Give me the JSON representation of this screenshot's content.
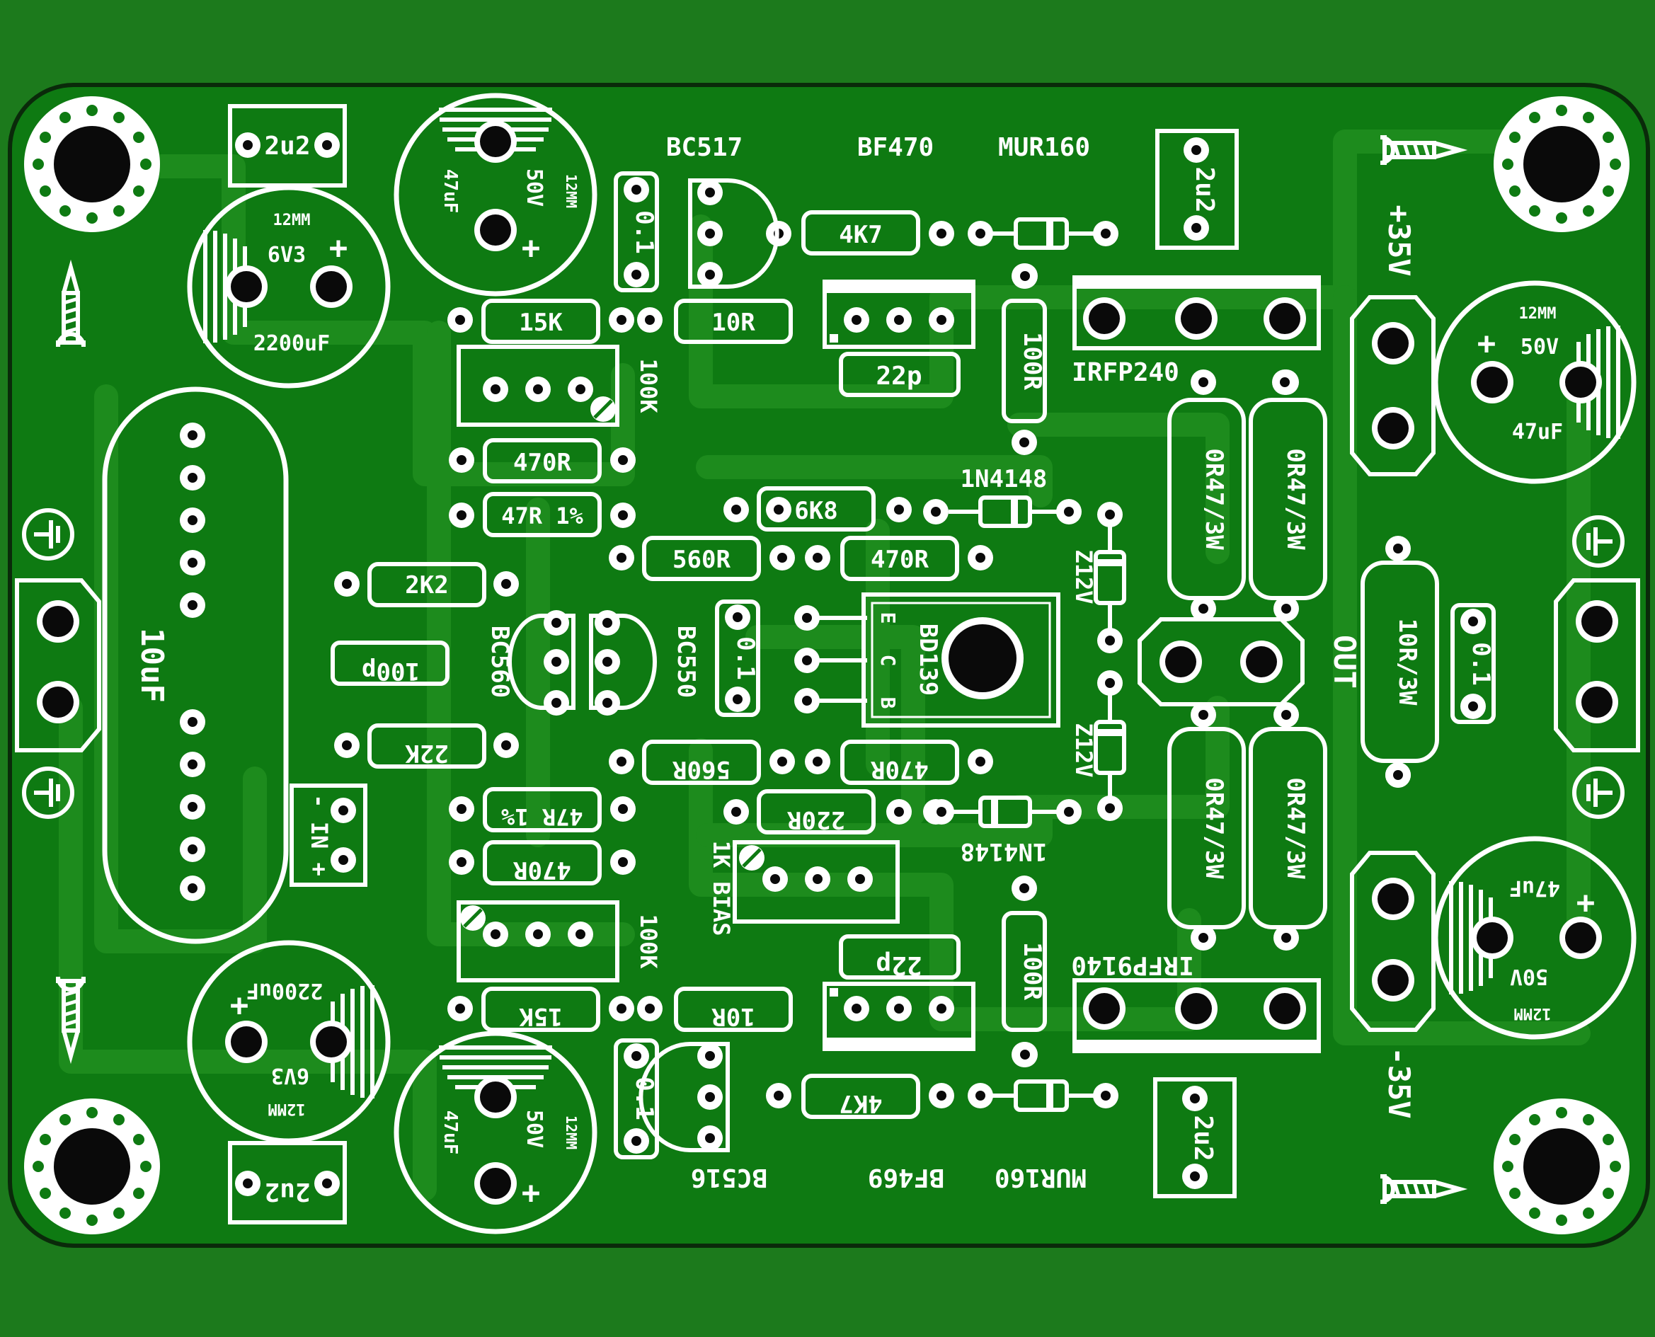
{
  "labels": {
    "bc517": "BC517",
    "bf470": "BF470",
    "mur160_top": "MUR160",
    "bc516": "BC516",
    "bf469": "BF469",
    "mur160_bot": "MUR160",
    "irfp240": "IRFP240",
    "irfp9140": "IRFP9140",
    "bc560": "BC560",
    "bc550": "BC550",
    "bd139": "BD139",
    "bd139_e": "E",
    "bd139_c": "C",
    "bd139_b": "B",
    "d1n4148_top": "1N4148",
    "d1n4148_bot": "1N4148",
    "z12v_top": "Z12V",
    "z12v_bot": "Z12V",
    "plus35": "+35V",
    "minus35": "-35V",
    "out": "OUT",
    "bias": "1K BIAS",
    "pot_top": "100K",
    "pot_bot": "100K",
    "in_label": "- IN +",
    "c10uf": "10uF"
  },
  "resistors": {
    "r_4k7_top": "4K7",
    "r_4k7_bot": "4K7",
    "r_15k_top": "15K",
    "r_15k_bot": "15K",
    "r_10r_top": "10R",
    "r_10r_bot": "10R",
    "r_100r_top": "100R",
    "r_100r_bot": "100R",
    "r_470r_a": "470R",
    "r_47r_top": "47R 1%",
    "r_6k8": "6K8",
    "r_560r_top": "560R",
    "r_470r_b": "470R",
    "r_2k2": "2K2",
    "r_22k": "22K",
    "r_560r_bot": "560R",
    "r_470r_c": "470R",
    "r_220r": "220R",
    "r_47r_bot": "47R 1%",
    "r_470r_d": "470R",
    "r_0r47_1": "0R47/3W",
    "r_0r47_2": "0R47/3W",
    "r_0r47_3": "0R47/3W",
    "r_0r47_4": "0R47/3W",
    "r_10r3w": "10R/3W"
  },
  "capacitors": {
    "c_2u2_tl": "2u2",
    "c_2u2_tr": "2u2",
    "c_2u2_bl": "2u2",
    "c_2u2_br": "2u2",
    "c_01_a": "0.1",
    "c_01_b": "0.1",
    "c_01_c": "0.1",
    "c_01_d": "0.1",
    "c_22p_top": "22p",
    "c_22p_bot": "22p",
    "c_100p": "100p",
    "e_2200_top": {
      "value": "2200uF",
      "voltage": "6V3",
      "size": "12MM"
    },
    "e_2200_bot": {
      "value": "2200uF",
      "voltage": "6V3",
      "size": "12MM"
    },
    "e_47_tl": {
      "value": "47uF",
      "voltage": "50V",
      "size": "12MM"
    },
    "e_47_bl": {
      "value": "47uF",
      "voltage": "50V",
      "size": "12MM"
    },
    "e_47_tr": {
      "value": "47uF",
      "voltage": "50V",
      "size": "12MM"
    },
    "e_47_br": {
      "value": "47uF",
      "voltage": "50V",
      "size": "12MM"
    }
  },
  "colors": {
    "board": "#1c7a1c",
    "trace": "#1f8a1f",
    "pad": "#ffffff",
    "silk": "#ffffff",
    "edge": "#0a2a0a"
  }
}
